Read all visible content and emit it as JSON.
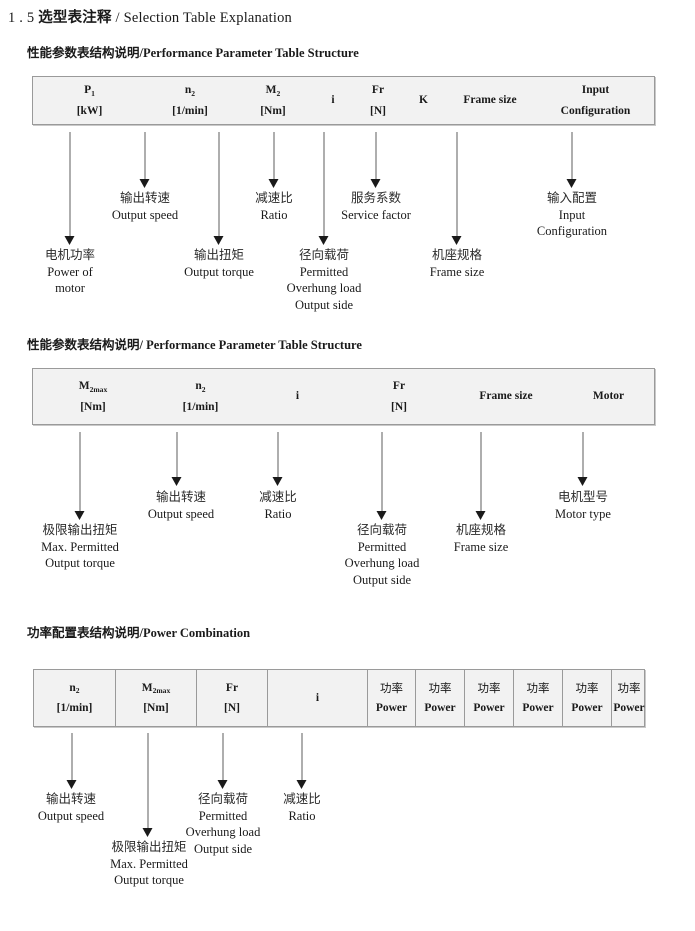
{
  "title": {
    "number": "1 . 5",
    "cn": "选型表注释",
    "sep": "/",
    "en": "Selection Table Explanation"
  },
  "sections": [
    {
      "heading": {
        "cn": "性能参数表结构说明",
        "sep": "/",
        "en": "Performance Parameter Table Structure"
      },
      "table": {
        "columns": [
          {
            "line1": "P",
            "sub1": "1",
            "line2": "[kW]"
          },
          {
            "line1": "n",
            "sub1": "2",
            "line2": "[1/min]"
          },
          {
            "line1": "M",
            "sub1": "2",
            "line2": "[Nm]"
          },
          {
            "line1": "i",
            "sub1": "",
            "line2": ""
          },
          {
            "line1": "Fr",
            "sub1": "",
            "line2": "[N]"
          },
          {
            "line1": "K",
            "sub1": "",
            "line2": ""
          },
          {
            "line1": "Frame size",
            "sub1": "",
            "line2": ""
          },
          {
            "line1": "Input",
            "sub1": "",
            "line2": "Configuration"
          }
        ]
      },
      "notes": [
        {
          "cn": "电机功率",
          "en": [
            "Power of",
            "motor"
          ]
        },
        {
          "cn": "输出转速",
          "en": [
            "Output speed"
          ]
        },
        {
          "cn": "输出扭矩",
          "en": [
            "Output torque"
          ]
        },
        {
          "cn": "减速比",
          "en": [
            "Ratio"
          ]
        },
        {
          "cn": "径向载荷",
          "en": [
            "Permitted",
            "Overhung load",
            "Output side"
          ]
        },
        {
          "cn": "服务系数",
          "en": [
            "Service factor"
          ]
        },
        {
          "cn": "机座规格",
          "en": [
            "Frame size"
          ]
        },
        {
          "cn": "输入配置",
          "en": [
            "Input",
            "Configuration"
          ]
        }
      ]
    },
    {
      "heading": {
        "cn": "性能参数表结构说明",
        "sep": "/",
        "en": "Performance Parameter Table Structure"
      },
      "table": {
        "columns": [
          {
            "line1": "M",
            "sub1": "2max",
            "line2": "[Nm]"
          },
          {
            "line1": "n",
            "sub1": "2",
            "line2": "[1/min]"
          },
          {
            "line1": "i",
            "sub1": "",
            "line2": ""
          },
          {
            "line1": "Fr",
            "sub1": "",
            "line2": "[N]"
          },
          {
            "line1": "Frame size",
            "sub1": "",
            "line2": ""
          },
          {
            "line1": "Motor",
            "sub1": "",
            "line2": ""
          }
        ]
      },
      "notes": [
        {
          "cn": "极限输出扭矩",
          "en": [
            "Max. Permitted",
            "Output  torque"
          ]
        },
        {
          "cn": "输出转速",
          "en": [
            "Output speed"
          ]
        },
        {
          "cn": "减速比",
          "en": [
            "Ratio"
          ]
        },
        {
          "cn": "径向载荷",
          "en": [
            "Permitted",
            "Overhung load",
            "Output side"
          ]
        },
        {
          "cn": "机座规格",
          "en": [
            "Frame size"
          ]
        },
        {
          "cn": "电机型号",
          "en": [
            "Motor type"
          ]
        }
      ]
    },
    {
      "heading": {
        "cn": "功率配置表结构说明",
        "sep": "/",
        "en": "Power Combination"
      },
      "table": {
        "columns": [
          {
            "line1": "n",
            "sub1": "2",
            "line2": "[1/min]"
          },
          {
            "line1": "M",
            "sub1": "2max",
            "line2": "[Nm]"
          },
          {
            "line1": "Fr",
            "sub1": "",
            "line2": "[N]"
          },
          {
            "line1": "i",
            "sub1": "",
            "line2": ""
          },
          {
            "line1": "功率",
            "sub1": "",
            "line2": "Power"
          },
          {
            "line1": "功率",
            "sub1": "",
            "line2": "Power"
          },
          {
            "line1": "功率",
            "sub1": "",
            "line2": "Power"
          },
          {
            "line1": "功率",
            "sub1": "",
            "line2": "Power"
          },
          {
            "line1": "功率",
            "sub1": "",
            "line2": "Power"
          },
          {
            "line1": "功率",
            "sub1": "",
            "line2": "Power"
          }
        ]
      },
      "notes": [
        {
          "cn": "输出转速",
          "en": [
            "Output speed"
          ]
        },
        {
          "cn": "极限输出扭矩",
          "en": [
            "Max. Permitted",
            "Output  torque"
          ]
        },
        {
          "cn": "径向载荷",
          "en": [
            "Permitted",
            "Overhung load",
            "Output side"
          ]
        },
        {
          "cn": "减速比",
          "en": [
            "Ratio"
          ]
        }
      ]
    }
  ]
}
